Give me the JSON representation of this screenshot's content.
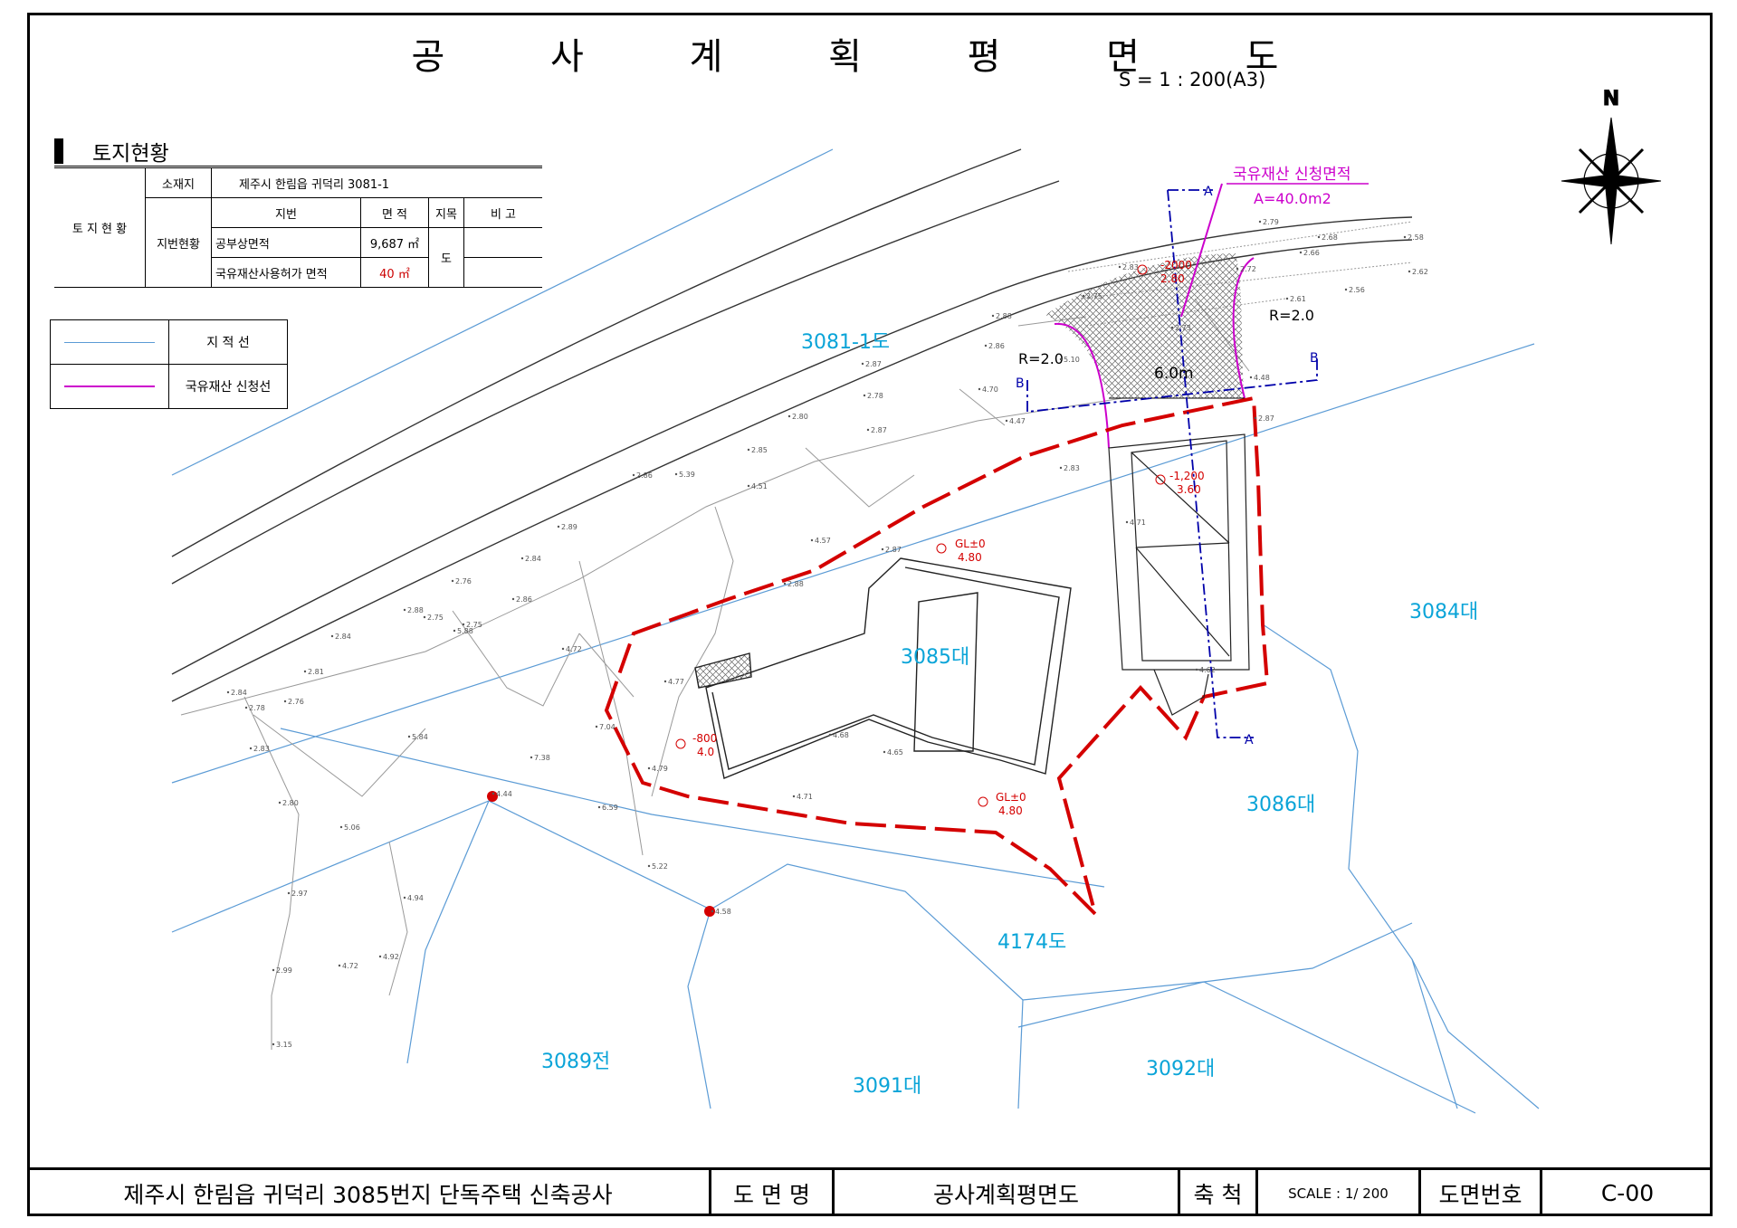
{
  "drawing_title": "공 사 계 획 평 면 도",
  "scale": "S = 1 : 200(A3)",
  "land_status": {
    "heading": "토지현황",
    "row_header": "토 지 현 황",
    "location_label": "소재지",
    "location_value": "제주시 한림읍 귀덕리 3081-1",
    "lot_status_label": "지번현황",
    "col_lot": "지번",
    "col_area": "면 적",
    "col_category": "지목",
    "col_note": "비 고",
    "rows": [
      {
        "lot": "공부상면적",
        "area": "9,687 ㎡"
      },
      {
        "lot": "국유재산사용허가 면적",
        "area": "40 ㎡"
      }
    ],
    "category": "도"
  },
  "legend": [
    {
      "label": "지 적 선",
      "color": "#5b9bd5"
    },
    {
      "label": "국유재산 신청선",
      "color": "#cc00cc"
    }
  ],
  "parcels": {
    "p1": "3081-1도",
    "p2": "3084대",
    "p3": "3085대",
    "p4": "3086대",
    "p5": "4174도",
    "p6": "3089전",
    "p7": "3091대",
    "p8": "3092대"
  },
  "annotations": {
    "app_area_title": "국유재산 신청면적",
    "app_area_value": "A=40.0m2",
    "radius_left": "R=2.0",
    "radius_right": "R=2.0",
    "width": "6.0m",
    "sec_a1": "A",
    "sec_a2": "A",
    "sec_b1": "B",
    "sec_b2": "B",
    "lv1_top": "-2000",
    "lv1_bot": "2.80",
    "lv2_top": "-1,200",
    "lv2_bot": "3.60",
    "lv3_top": "GL±0",
    "lv3_bot": "4.80",
    "lv4_top": "-800",
    "lv4_bot": "4.0",
    "lv5_top": "GL±0",
    "lv5_bot": "4.80",
    "north": "N"
  },
  "spot_heights": [
    "2.83",
    "2.79",
    "2.68",
    "2.58",
    "2.66",
    "2.62",
    "2.61",
    "2.56",
    "2.72",
    "2.73",
    "2.75",
    "5.10",
    "4.48",
    "2.87",
    "2.88",
    "2.87",
    "2.78",
    "2.86",
    "4.70",
    "4.47",
    "2.83",
    "2.87",
    "2.80",
    "2.85",
    "5.39",
    "4.51",
    "4.57",
    "4.71",
    "2.87",
    "2.88",
    "2.86",
    "2.89",
    "2.84",
    "2.76",
    "2.86",
    "2.88",
    "2.75",
    "2.75",
    "5.88",
    "4.72",
    "4.77",
    "2.84",
    "2.81",
    "2.78",
    "2.76",
    "2.84",
    "2.83",
    "5.84",
    "7.38",
    "7.04",
    "4.79",
    "4.68",
    "4.65",
    "4.71",
    "2.80",
    "5.06",
    "6.59",
    "5.22",
    "2.97",
    "4.94",
    "4.72",
    "4.92",
    "2.99",
    "3.15",
    "4.44",
    "4.58",
    "4.62"
  ],
  "title_block": {
    "project": "제주시 한림읍 귀덕리 3085번지 단독주택 신축공사",
    "name_label": "도 면 명",
    "name_value": "공사계획평면도",
    "scale_label": "축 척",
    "scale_value": "SCALE : 1/ 200",
    "no_label": "도면번호",
    "no_value": "C-00"
  }
}
